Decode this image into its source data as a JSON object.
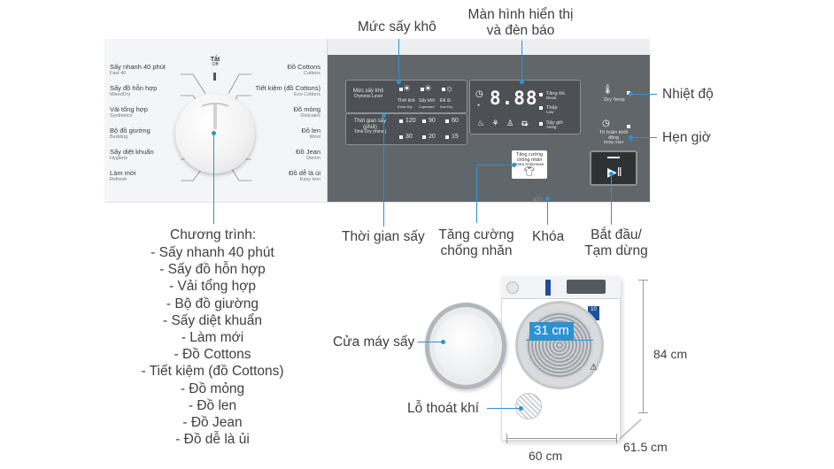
{
  "panel": {
    "knob_off": "Tắt",
    "knob_off_en": "Off",
    "programs_left": [
      {
        "vi": "Sấy nhanh 40 phút",
        "en": "Fast 40"
      },
      {
        "vi": "Sấy đồ hỗn hợp",
        "en": "MixedDry"
      },
      {
        "vi": "Vải tổng hợp",
        "en": "Synthetics"
      },
      {
        "vi": "Bộ đồ giường",
        "en": "Bedding"
      },
      {
        "vi": "Sấy diệt khuẩn",
        "en": "Hygiene"
      },
      {
        "vi": "Làm mới",
        "en": "Refresh"
      }
    ],
    "programs_right": [
      {
        "vi": "Đồ Cottons",
        "en": "Cottons"
      },
      {
        "vi": "Tiết kiệm (đồ Cottons)",
        "en": "Eco Cottons"
      },
      {
        "vi": "Đồ mỏng",
        "en": "Delicates"
      },
      {
        "vi": "Đồ len",
        "en": "Wool"
      },
      {
        "vi": "Đồ Jean",
        "en": "Denim"
      },
      {
        "vi": "Đồ dễ là ủi",
        "en": "Easy Iron"
      }
    ],
    "dryness_label": "Mức sấy khô",
    "dryness_label_en": "Dryness Level",
    "dryness_options": [
      "Thời khô",
      "Sấy khô",
      "Để ủi"
    ],
    "dryness_options_en": [
      "Extra Dry",
      "Cupboard",
      "Iron Dry"
    ],
    "time_label": "Thời gian sấy (phút)",
    "time_label_en": "Time Dry (mins.)",
    "time_values": [
      "120",
      "90",
      "60",
      "30",
      "20",
      "15"
    ],
    "display_digits": "8.88",
    "display_side": [
      "Tăng tốc",
      "Thấp",
      "Sấy giờ"
    ],
    "display_side_en": [
      "Boost",
      "Low",
      "Airing"
    ],
    "temp_label": "Nhiệt độ",
    "temp_label_en": "Dry Temp",
    "delay_label": "Trì hoãn khởi động",
    "delay_label_en": "Delay Start",
    "steam_label": "Tăng cường chống nhăn",
    "steam_label_en": "Extra Anticrease",
    "lock_label": "3s"
  },
  "callouts": {
    "dryness": "Mức sấy khô",
    "display_line1": "Màn hình hiển thị",
    "display_line2": "và đèn báo",
    "temperature": "Nhiệt độ",
    "timer": "Hẹn giờ",
    "programs_title": "Chương trình:",
    "dry_time": "Thời gian sấy",
    "anticrease_line1": "Tăng cường",
    "anticrease_line2": "chống nhăn",
    "lock": "Khóa",
    "start_line1": "Bắt đầu/",
    "start_line2": "Tạm dừng",
    "door": "Cửa máy sấy",
    "vent": "Lỗ thoát khí"
  },
  "program_list": [
    "- Sấy nhanh 40 phút",
    "- Sấy đồ hỗn hợp",
    "- Vải tổng hợp",
    "- Bộ đồ giường",
    "- Sấy diệt khuẩn",
    "- Làm mới",
    "- Đồ Cottons",
    "- Tiết kiệm (đồ Cottons)",
    "- Đồ mỏng",
    "- Đồ len",
    "- Đồ Jean",
    "- Đồ dễ là ủi"
  ],
  "dimensions": {
    "door_diameter": "31 cm",
    "height": "84 cm",
    "width": "60 cm",
    "depth": "61.5 cm"
  },
  "machine": {
    "energy_badge": "10"
  },
  "colors": {
    "accent": "#2c93d1",
    "panel_dark": "#61666b",
    "panel_light": "#f4f5f6",
    "text": "#404040"
  }
}
